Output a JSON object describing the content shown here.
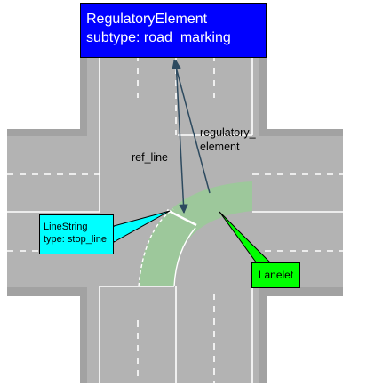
{
  "regulatory_element": {
    "title": "RegulatoryElement",
    "subtype": "subtype: road_marking"
  },
  "linestring": {
    "title": "LineString",
    "type": "type: stop_line"
  },
  "lanelet": {
    "label": "Lanelet"
  },
  "annotations": {
    "ref_line": "ref_line",
    "regulatory_element_1": "regulatory_",
    "regulatory_element_2": "element"
  },
  "colors": {
    "road_surface": "#b0b0b0",
    "road_border": "#909090",
    "lanelet_fill": "#9dc89b",
    "regulatory_element_box": "#0000ff",
    "linestring_box": "#00ffff",
    "lanelet_box": "#00ff00",
    "arrow": "#2d4a5f"
  }
}
